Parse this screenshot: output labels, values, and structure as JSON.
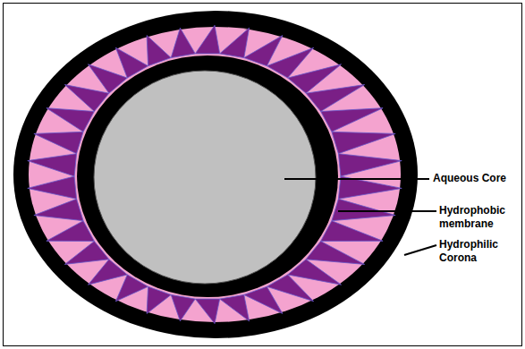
{
  "diagram": {
    "labels": [
      "Aqueous Core",
      "Hydrophobic membrane",
      "Hydrophilic Corona"
    ]
  }
}
